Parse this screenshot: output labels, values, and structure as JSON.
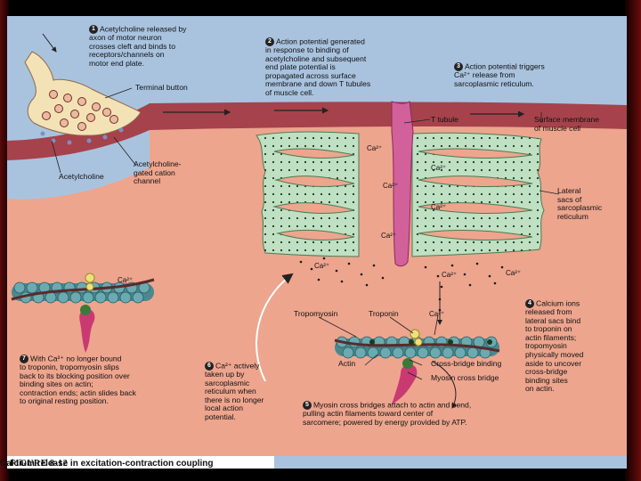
{
  "figure": {
    "number": "FIGURE 8-12",
    "title": "Calcium release in excitation-contraction coupling"
  },
  "steps": [
    {
      "n": "1",
      "text": "Acetylcholine released by\naxon of motor neuron\ncrosses cleft and binds to\nreceptors/channels on\nmotor end plate."
    },
    {
      "n": "2",
      "text": "Action potential generated\nin response to binding of\nacetylcholine and subsequent\nend plate potential is\npropagated across surface\nmembrane and down T tubules\nof muscle cell."
    },
    {
      "n": "3",
      "text": "Action potential triggers\nCa²⁺ release from\nsarcoplasmic reticulum."
    },
    {
      "n": "4",
      "text": "Calcium ions\nreleased from\nlateral sacs bind\nto troponin on\nactin filaments;\ntropomyosin\nphysically moved\naside to uncover\ncross-bridge\nbinding sites\non actin."
    },
    {
      "n": "5",
      "text": "Myosin cross bridges attach to actin and bend,\npulling actin filaments toward center of\nsarcomere; powered by energy provided by ATP."
    },
    {
      "n": "6",
      "text": "Ca²⁺ actively\ntaken up by\nsarcoplasmic\nreticulum when\nthere is no longer\nlocal action\npotential."
    },
    {
      "n": "7",
      "text": "With Ca²⁺ no longer bound\nto troponin, tropomyosin slips\nback to its blocking position over\nbinding sites on actin;\ncontraction ends; actin slides back\nto original resting position."
    }
  ],
  "labels": {
    "terminal_button": "Terminal button",
    "acetylcholine": "Acetylcholine",
    "ach_channel": "Acetylcholine-\ngated cation\nchannel",
    "t_tubule": "T tubule",
    "surface_membrane": "Surface membrane\nof muscle cell",
    "lateral_sacs": "Lateral\nsacs of\nsarcoplasmic\nreticulum",
    "tropomyosin": "Tropomyosin",
    "troponin": "Troponin",
    "actin": "Actin",
    "cross_bridge_binding": "Cross-bridge binding",
    "myosin_cross_bridge": "Myosin cross bridge",
    "ca": "Ca²⁺"
  },
  "colors": {
    "page": "#a9c3df",
    "muscle_cytoplasm": "#eda58e",
    "surface_membrane": "#a6424b",
    "sarcoplasmic_reticulum": "#bfe0c2",
    "t_tubule": "#d2609a",
    "actin": "#49898f",
    "myosin": "#c93a72",
    "troponin": "#f1e07a"
  }
}
